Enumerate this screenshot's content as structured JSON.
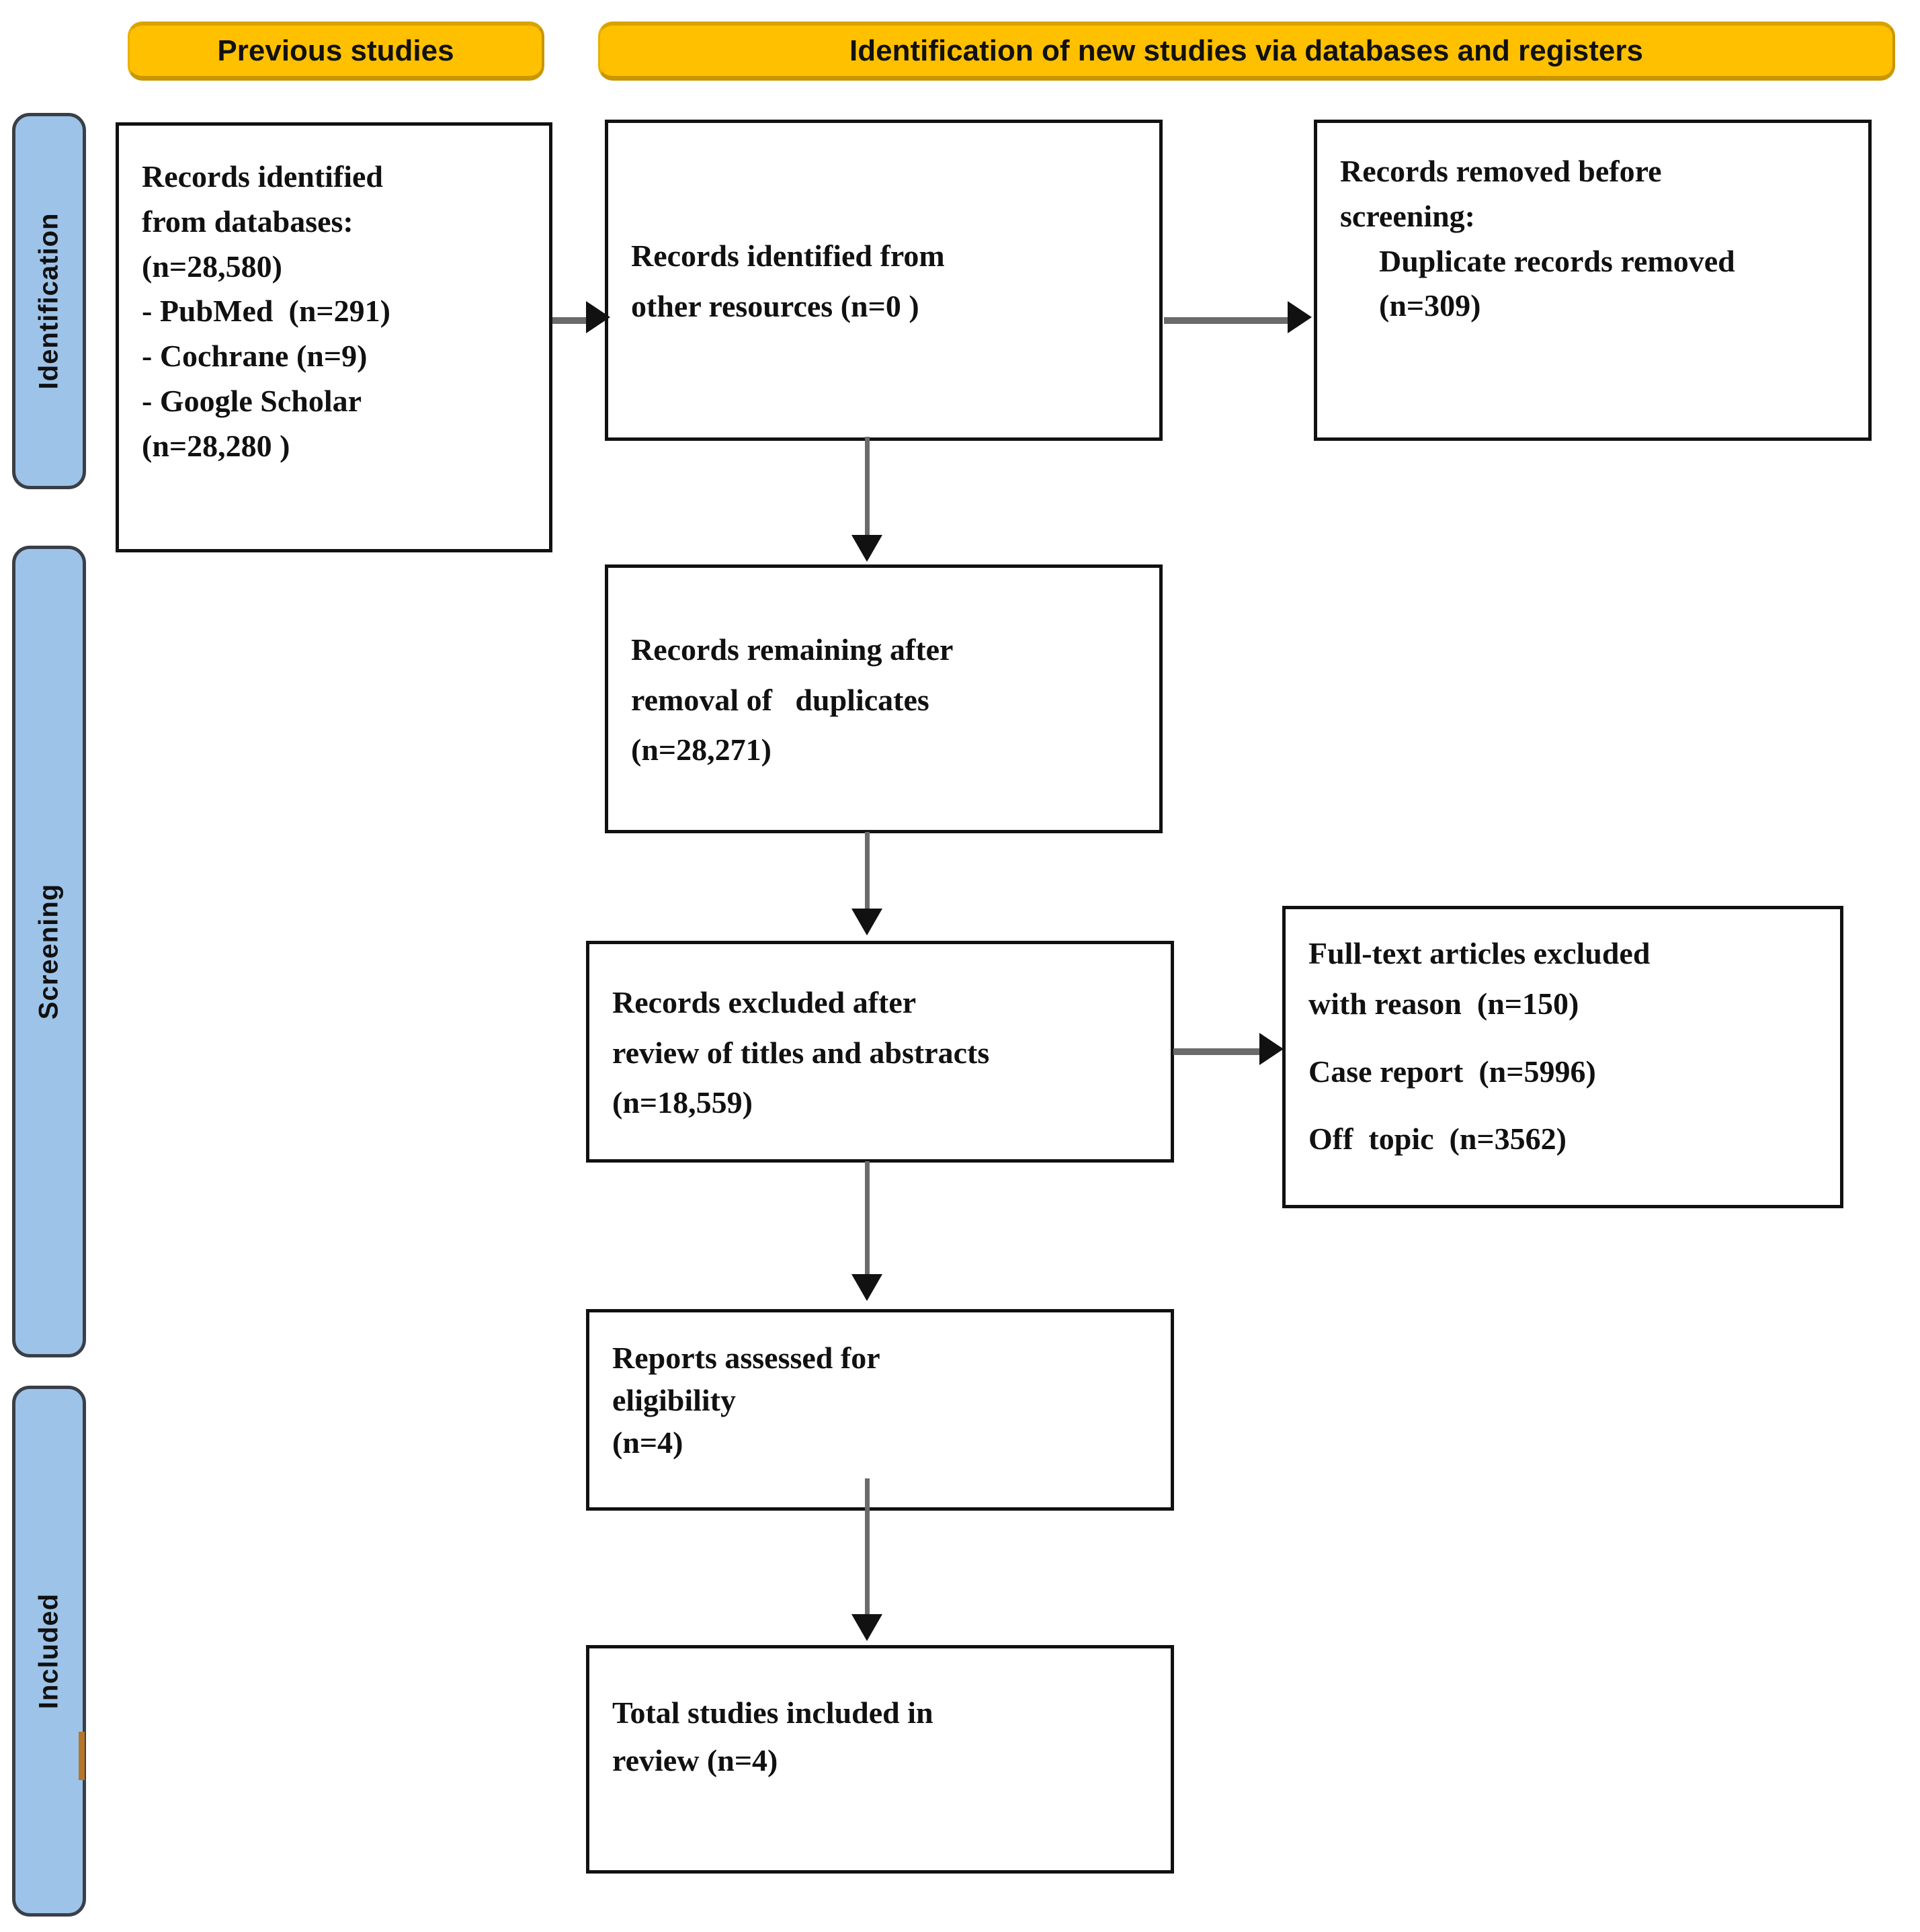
{
  "banners": {
    "previous_studies": "Previous studies",
    "new_studies": "Identification of new studies via databases and registers"
  },
  "phases": {
    "identification": "Identification",
    "screening": "Screening",
    "included": "Included"
  },
  "boxes": {
    "databases": {
      "line1": "Records identified",
      "line2": "from databases:",
      "line3": "(n=28,580)",
      "line4": "- PubMed  (n=291)",
      "line5": "- Cochrane (n=9)",
      "line6": "- Google Scholar",
      "line7": "(n=28,280 )"
    },
    "other_resources": {
      "line1": "Records identified from",
      "line2": "other resources (n=0 )"
    },
    "removed_before_screening": {
      "line1": "Records removed before",
      "line2": "screening:",
      "line3": "Duplicate records removed",
      "line4": "(n=309)"
    },
    "remaining_after_duplicates": {
      "line1": "Records remaining after",
      "line2": "removal of   duplicates",
      "line3": "(n=28,271)"
    },
    "records_excluded": {
      "line1": "Records excluded after",
      "line2": "review of titles and abstracts",
      "line3": "(n=18,559)"
    },
    "fulltext_excluded": {
      "line1": "Full-text articles excluded",
      "line2": "with reason  (n=150)",
      "line3": "Case report  (n=5996)",
      "line4": "Off  topic  (n=3562)"
    },
    "reports_assessed": {
      "line1": "Reports assessed for",
      "line2": "eligibility",
      "line3": "(n=4)"
    },
    "total_included": {
      "line1": "Total studies included in",
      "line2": "review (n=4)"
    }
  },
  "colors": {
    "banner": "#FFC000",
    "phase_bar": "#9DC3E9",
    "box_border": "#111111",
    "connector": "#6b6b6b"
  }
}
